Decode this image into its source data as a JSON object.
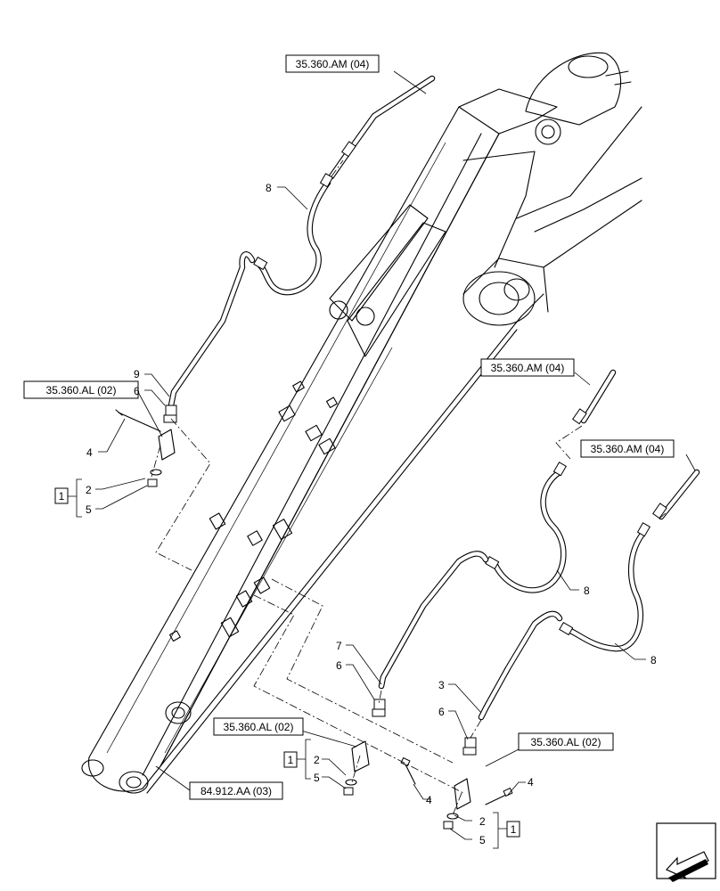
{
  "references": {
    "top_am": "35.360.AM (04)",
    "mid_am": "35.360.AM (04)",
    "right_am": "35.360.AM (04)",
    "left_al": "35.360.AL (02)",
    "center_al": "35.360.AL (02)",
    "right_al": "35.360.AL (02)",
    "bottom_ref": "84.912.AA (03)"
  },
  "callouts": {
    "top_hose_8": "8",
    "mid_hose_8": "8",
    "right_hose_8": "8",
    "left_pipe_9": "9",
    "left_fitting_6": "6",
    "left_bolt_4": "4",
    "left_group_1": "1",
    "left_washer_2": "2",
    "left_nut_5": "5",
    "center_pipe_7": "7",
    "center_fitting_6": "6",
    "center_group_1": "1",
    "center_washer_2": "2",
    "center_nut_5": "5",
    "center_bolt_4": "4",
    "right_pipe_3": "3",
    "right_fitting_6": "6",
    "right_bolt_4": "4",
    "right_washer_2": "2",
    "right_nut_5": "5",
    "right_group_1": "1"
  },
  "icons": {
    "orientation": "direction-arrow-icon"
  }
}
